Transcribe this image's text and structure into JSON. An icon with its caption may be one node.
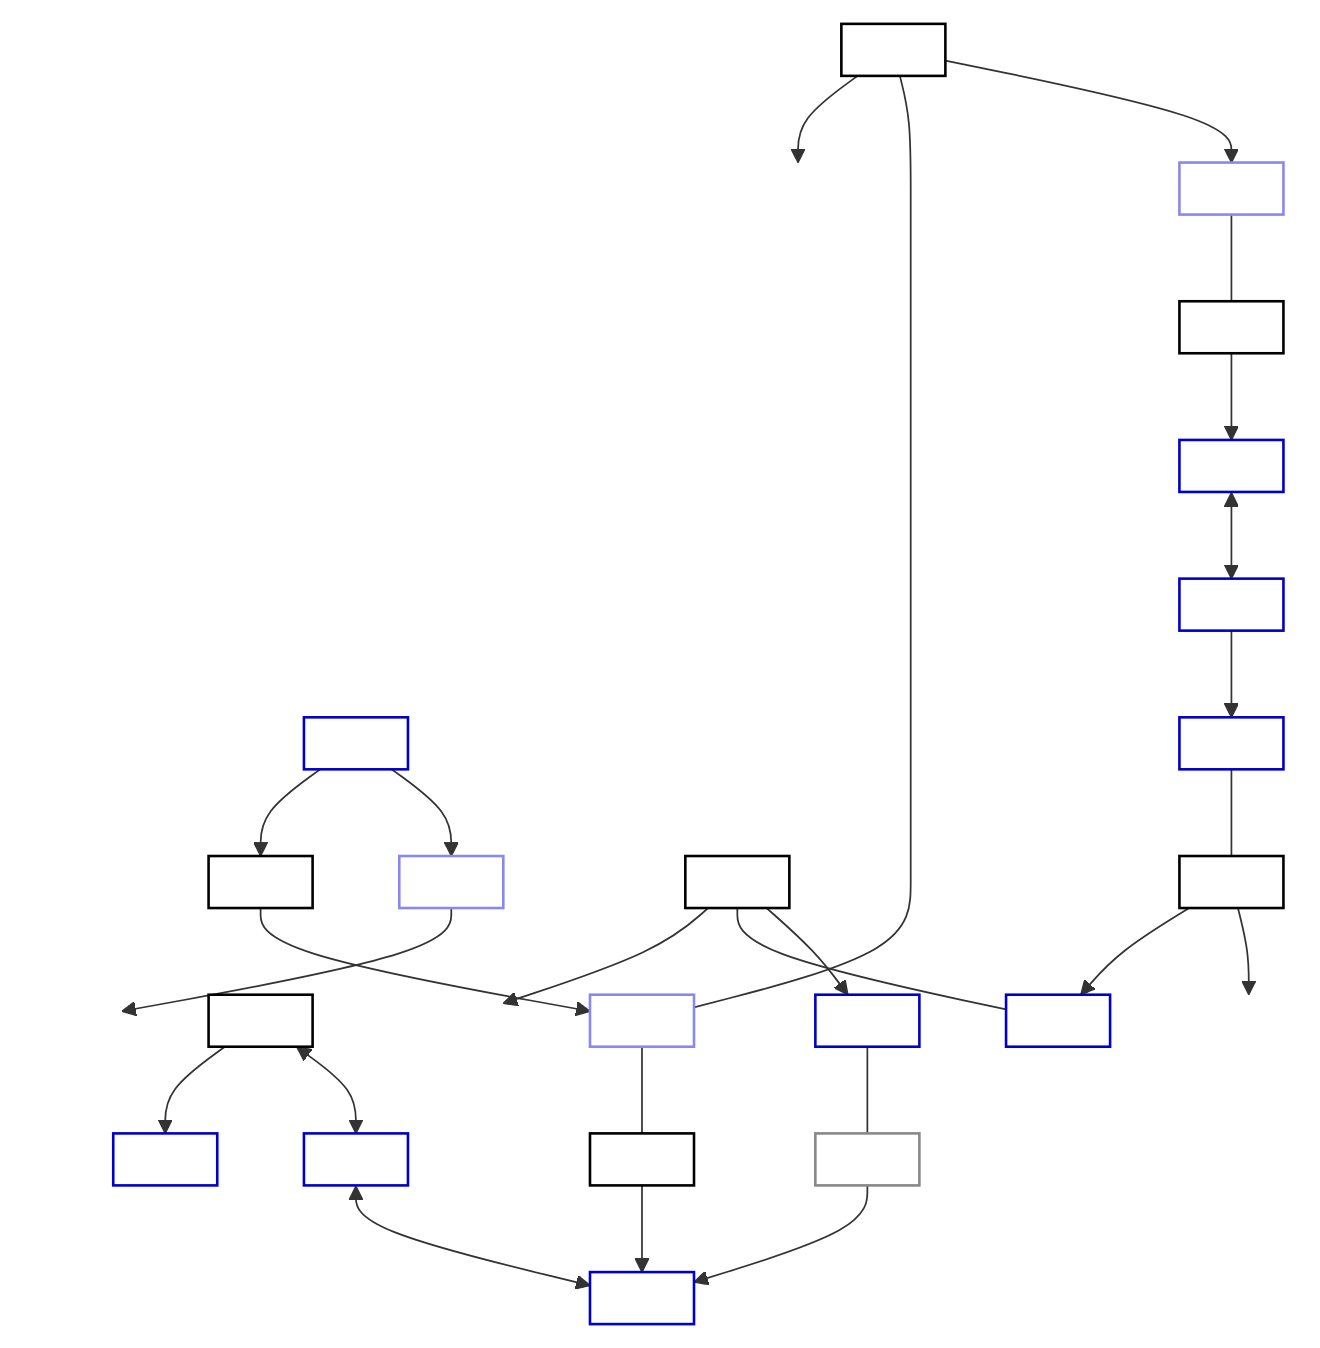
{
  "diagram": {
    "nodes": [
      {
        "text": [],
        "shape": "box"
      },
      {
        "text": [],
        "shape": "box"
      },
      {
        "text": [],
        "shape": "box"
      },
      {
        "text": [],
        "shape": "box"
      },
      {
        "text": [],
        "shape": "box"
      },
      {
        "text": [],
        "shape": "box"
      },
      {
        "text": [],
        "shape": "box"
      },
      {
        "text": [],
        "shape": "box"
      },
      {
        "text": [],
        "shape": "box"
      },
      {
        "text": [],
        "shape": "box"
      },
      {
        "text": [],
        "shape": "box"
      },
      {
        "text": [],
        "shape": "box"
      },
      {
        "text": [],
        "shape": "box"
      },
      {
        "text": [],
        "shape": "box"
      },
      {
        "text": [],
        "shape": "box"
      },
      {
        "text": [],
        "shape": "box"
      },
      {
        "text": [],
        "shape": "box"
      },
      {
        "text": [],
        "shape": "box"
      },
      {
        "text": [],
        "shape": "box"
      },
      {
        "text": [],
        "shape": "box"
      }
    ],
    "edges": [
      {
        "from": 0,
        "to": 1,
        "arrow": "to"
      },
      {
        "from": 0,
        "to": 2,
        "arrow": "to"
      },
      {
        "from": 2,
        "to": null,
        "arrow": "to"
      },
      {
        "from": 3,
        "to": null,
        "arrow": "to"
      },
      {
        "from": 1,
        "to": 4,
        "arrow": "to"
      },
      {
        "from": 3,
        "to": 4,
        "arrow": "none"
      },
      {
        "from": 3,
        "to": 10,
        "arrow": "to"
      },
      {
        "from": 4,
        "to": 7,
        "arrow": "none"
      },
      {
        "from": 7,
        "to": 9,
        "arrow": "to"
      },
      {
        "from": 6,
        "to": 5,
        "arrow": "to"
      },
      {
        "from": 6,
        "to": 8,
        "arrow": "both"
      },
      {
        "from": 8,
        "to": 9,
        "arrow": "both"
      },
      {
        "from": 10,
        "to": 11,
        "arrow": "none"
      },
      {
        "from": 11,
        "to": 12,
        "arrow": "to"
      },
      {
        "from": 12,
        "to": 15,
        "arrow": "both"
      },
      {
        "from": 15,
        "to": 18,
        "arrow": "to"
      },
      {
        "from": 18,
        "to": 19,
        "arrow": "none"
      },
      {
        "from": 19,
        "to": 17,
        "arrow": "to"
      },
      {
        "from": 19,
        "to": null,
        "arrow": "to"
      },
      {
        "from": 16,
        "to": null,
        "arrow": "to"
      },
      {
        "from": 16,
        "to": 17,
        "arrow": "none"
      },
      {
        "from": 16,
        "to": 14,
        "arrow": "to"
      },
      {
        "from": 14,
        "to": 13,
        "arrow": "none"
      },
      {
        "from": 13,
        "to": 9,
        "arrow": "to"
      }
    ]
  }
}
